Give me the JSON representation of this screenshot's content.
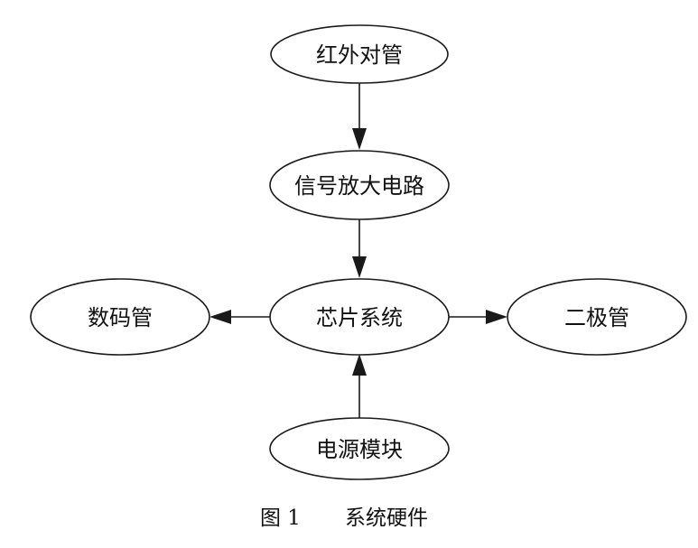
{
  "diagram": {
    "nodes": {
      "infrared": {
        "label": "红外对管"
      },
      "amplifier": {
        "label": "信号放大电路"
      },
      "chip": {
        "label": "芯片系统"
      },
      "display": {
        "label": "数码管"
      },
      "led": {
        "label": "二极管"
      },
      "power": {
        "label": "电源模块"
      }
    },
    "edges": [
      {
        "from": "infrared",
        "to": "amplifier"
      },
      {
        "from": "amplifier",
        "to": "chip"
      },
      {
        "from": "chip",
        "to": "display"
      },
      {
        "from": "chip",
        "to": "led"
      },
      {
        "from": "power",
        "to": "chip"
      }
    ]
  },
  "caption": {
    "number": "图 1",
    "title": "系统硬件"
  }
}
